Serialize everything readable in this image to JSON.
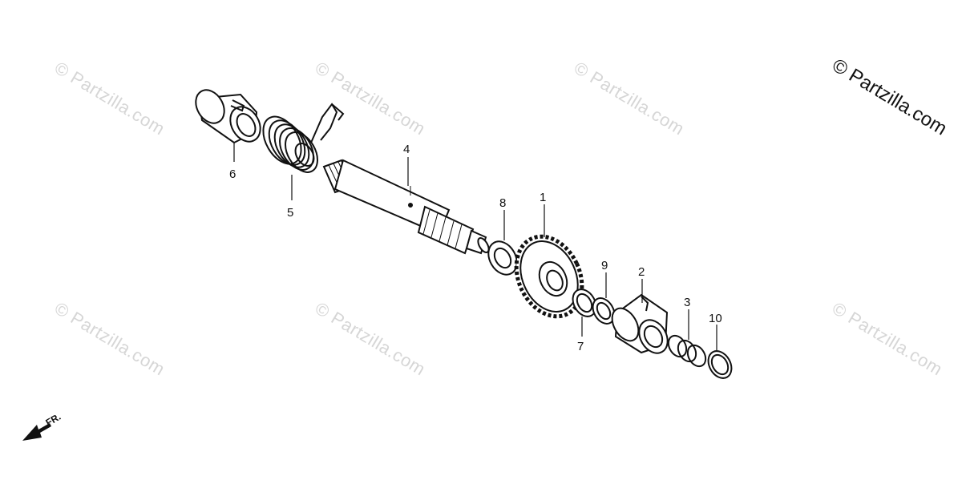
{
  "watermark_text": "© Partzilla.com",
  "copyright_text": "© Partzilla.com",
  "direction_label": "FR.",
  "callouts": {
    "c1": "1",
    "c2": "2",
    "c3": "3",
    "c4": "4",
    "c5": "5",
    "c6": "6",
    "c7": "7",
    "c8": "8",
    "c9": "9",
    "c10": "10"
  }
}
